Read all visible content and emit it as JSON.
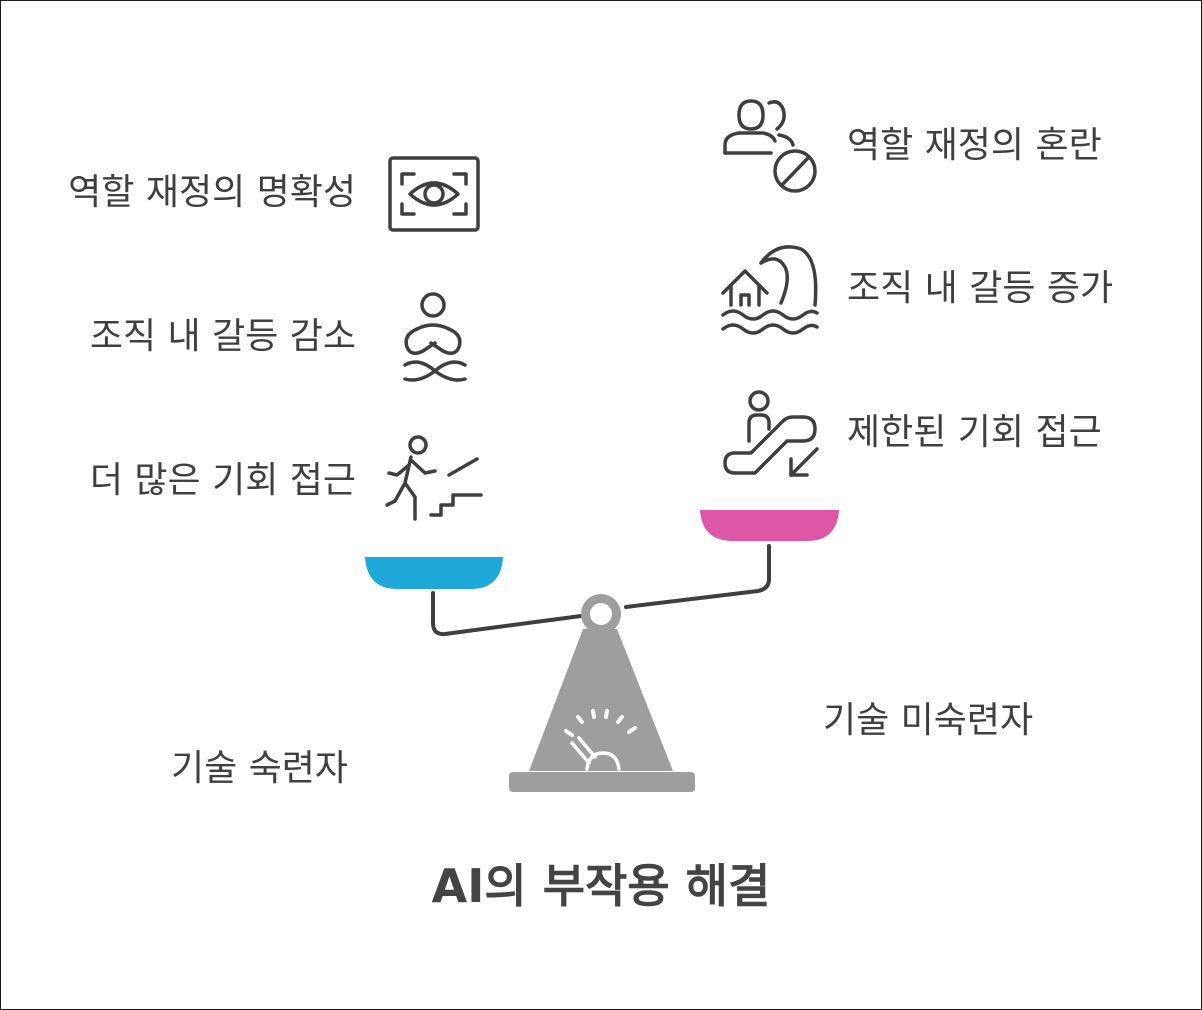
{
  "title": "AI의 부작용 해결",
  "left_side": {
    "group_label": "기술 숙련자",
    "items": [
      {
        "label": "역할 재정의 명확성",
        "icon": "eye-icon"
      },
      {
        "label": "조직 내 갈등 감소",
        "icon": "meditation-icon"
      },
      {
        "label": "더 많은 기회 접근",
        "icon": "climbing-stairs-icon"
      }
    ],
    "pan_color": "#1fa9d9"
  },
  "right_side": {
    "group_label": "기술 미숙련자",
    "items": [
      {
        "label": "역할 재정의 혼란",
        "icon": "users-blocked-icon"
      },
      {
        "label": "조직 내 갈등 증가",
        "icon": "wave-house-icon"
      },
      {
        "label": "제한된 기회 접근",
        "icon": "escalator-down-icon"
      }
    ],
    "pan_color": "#dd57a6"
  },
  "colors": {
    "text": "#3f3f3f",
    "icon": "#3f3f3f",
    "scale_beam": "#3f3f3f",
    "fulcrum": "#9e9e9e",
    "base": "#9e9e9e"
  }
}
